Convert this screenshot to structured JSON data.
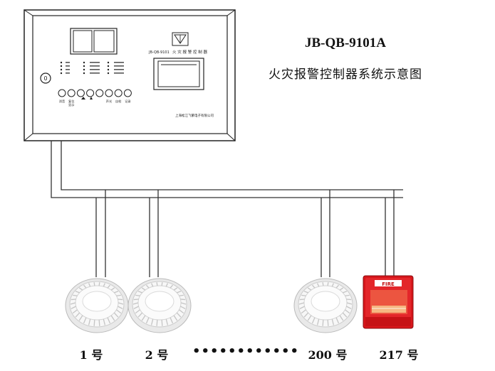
{
  "diagram": {
    "title": "JB-QB-9101A",
    "subtitle": "火灾报警控制器系统示意图",
    "panel": {
      "model_label": "JB-QB-9101",
      "name_label": "火 灾 报 警 控 制 器",
      "maker_label": "上海松江飞繁电子有限公司",
      "key_label": "0",
      "button_labels": [
        "消音",
        "复位",
        "",
        "",
        "",
        "声光",
        "自检",
        "记录"
      ],
      "button_labels_row2": [
        "",
        "显示",
        "",
        "",
        "",
        "",
        "",
        ""
      ]
    },
    "detectors": [
      {
        "label": "1 号"
      },
      {
        "label": "2 号"
      },
      {
        "label": "200 号"
      }
    ],
    "alarm": {
      "label": "217 号",
      "badge": "FIRE"
    },
    "ellipsis": "••••••••••••",
    "colors": {
      "line": "#333333",
      "alarm_red": "#d8161b",
      "detector_fill": "#f2f2f2"
    }
  }
}
